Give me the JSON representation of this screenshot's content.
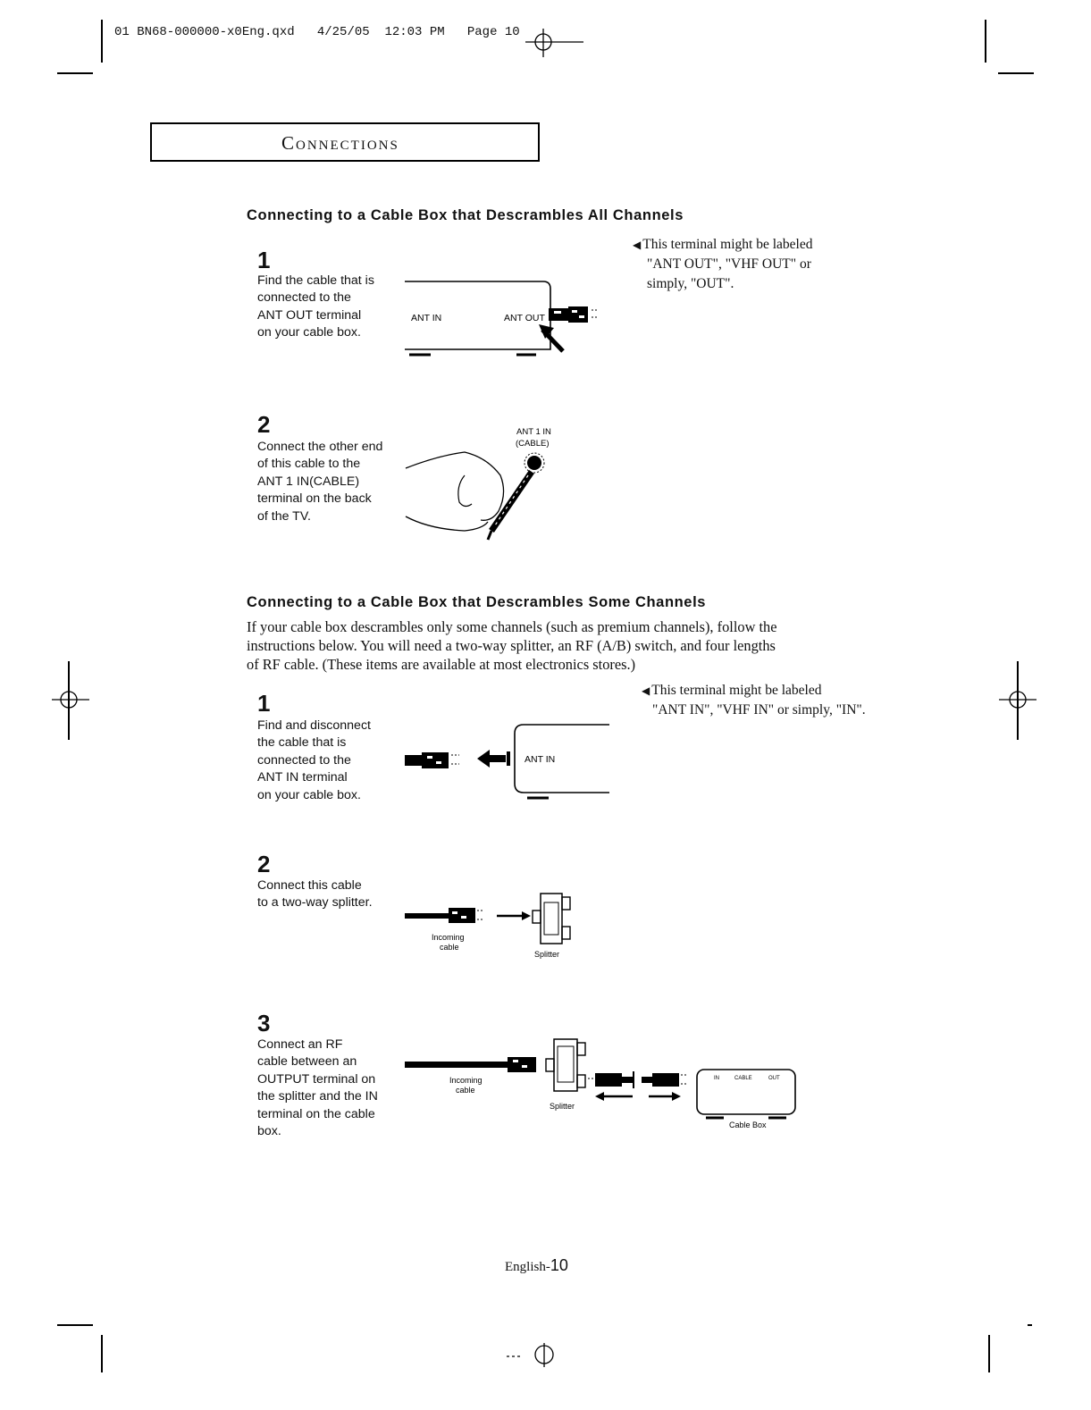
{
  "print_header": {
    "text": "01 BN68-000000-x0Eng.qxd   4/25/05  12:03 PM   Page 10"
  },
  "section": {
    "title": "Connections"
  },
  "part1": {
    "heading": "Connecting to a Cable Box that Descrambles All Channels",
    "note": {
      "line1": "This terminal might be labeled",
      "line2": "\"ANT OUT\", \"VHF OUT\" or",
      "line3": "simply, \"OUT\"."
    },
    "steps": [
      {
        "number": "1",
        "text": "Find the cable that is\nconnected to the\nANT OUT terminal\non your cable box."
      },
      {
        "number": "2",
        "text": "Connect the other end\nof this cable to the\nANT 1 IN(CABLE)\nterminal on the back\nof the TV."
      }
    ],
    "figures": {
      "box_ant_in": "ANT IN",
      "box_ant_out": "ANT OUT",
      "tv_terminal_line1": "ANT 1 IN",
      "tv_terminal_line2": "(CABLE)"
    }
  },
  "part2": {
    "heading": "Connecting to a Cable Box that Descrambles Some Channels",
    "intro_lines": [
      "If your cable box descrambles only some channels (such as premium channels), follow the",
      "instructions below. You will need a two-way splitter, an RF (A/B) switch, and four lengths",
      "of RF cable. (These items are available at most electronics stores.)"
    ],
    "note": {
      "line1": "This terminal might be labeled",
      "line2": "\"ANT IN\", \"VHF IN\" or simply, \"IN\"."
    },
    "steps": [
      {
        "number": "1",
        "text": "Find and disconnect\nthe cable that is\nconnected to the\nANT IN terminal\non your cable box."
      },
      {
        "number": "2",
        "text": "Connect this cable\nto a two-way splitter."
      },
      {
        "number": "3",
        "text": "Connect an RF\ncable between an\nOUTPUT terminal on\nthe splitter and the IN\nterminal on the cable\nbox."
      }
    ],
    "figures": {
      "box_ant_in": "ANT IN",
      "incoming_line1": "Incoming",
      "incoming_line2": "cable",
      "splitter": "Splitter",
      "cable_box": "Cable Box",
      "cable_box_in": "IN",
      "cable_box_cable": "CABLE",
      "cable_box_out": "OUT"
    }
  },
  "footer": {
    "page_label": "English-",
    "page_number": "10"
  }
}
